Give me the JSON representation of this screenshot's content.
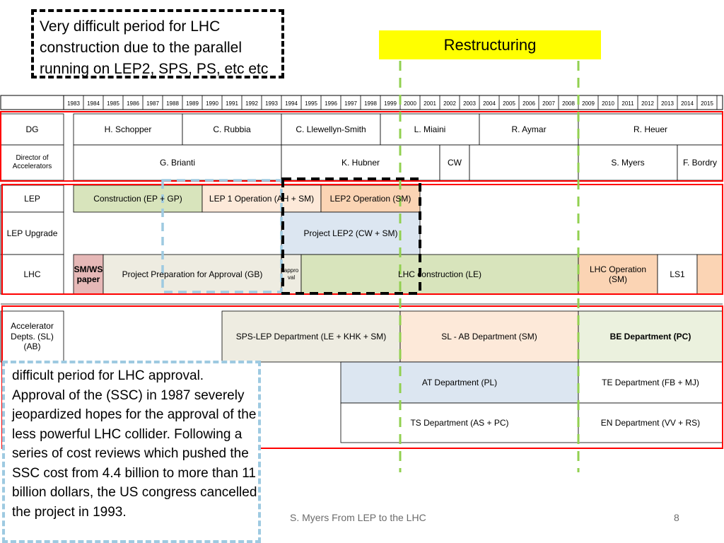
{
  "callout_top": "Very difficult period for LHC construction due to the parallel running on LEP2, SPS, PS, etc etc",
  "restructuring": "Restructuring",
  "callout_bottom": "difficult period for LHC approval. Approval of the (SSC) in 1987 severely jeopardized hopes for the approval of the less powerful LHC collider. Following a series of cost reviews which pushed the SSC cost from 4.4 billion to more than 11 billion dollars, the US congress cancelled the project in 1993.",
  "footer": "S. Myers From LEP to the LHC",
  "page_number": "8",
  "chart_data": {
    "type": "table",
    "years": [
      "1983",
      "1984",
      "1985",
      "1986",
      "1987",
      "1988",
      "1989",
      "1990",
      "1991",
      "1992",
      "1993",
      "1994",
      "1995",
      "1996",
      "1997",
      "1998",
      "1999",
      "2000",
      "2001",
      "2002",
      "2003",
      "2004",
      "2005",
      "2006",
      "2007",
      "2008",
      "2009",
      "2010",
      "2011",
      "2012",
      "2013",
      "2014",
      "2015"
    ],
    "rows": [
      {
        "label": "DG",
        "spans": [
          {
            "start": 1983,
            "end": 1988.5,
            "label": "H. Schopper",
            "color": "#ffffff"
          },
          {
            "start": 1988.5,
            "end": 1993.5,
            "label": "C. Rubbia",
            "color": "#ffffff"
          },
          {
            "start": 1993.5,
            "end": 1998.5,
            "label": "C. Llewellyn-Smith",
            "color": "#ffffff"
          },
          {
            "start": 1998.5,
            "end": 2003.5,
            "label": "L. Miaini",
            "color": "#ffffff"
          },
          {
            "start": 2003.5,
            "end": 2008.5,
            "label": "R. Aymar",
            "color": "#ffffff"
          },
          {
            "start": 2008.5,
            "end": 2016,
            "label": "R. Heuer",
            "color": "#ffffff"
          }
        ]
      },
      {
        "label": "Director of Accelerators",
        "spans": [
          {
            "start": 1983,
            "end": 1993.5,
            "label": "G. Brianti",
            "color": "#ffffff"
          },
          {
            "start": 1993.5,
            "end": 2001.5,
            "label": "K. Hubner",
            "color": "#ffffff"
          },
          {
            "start": 2001.5,
            "end": 2003,
            "label": "CW",
            "color": "#ffffff"
          },
          {
            "start": 2003,
            "end": 2008.5,
            "label": "",
            "color": "#ffffff"
          },
          {
            "start": 2008.5,
            "end": 2013.5,
            "label": "S. Myers",
            "color": "#ffffff"
          },
          {
            "start": 2013.5,
            "end": 2016,
            "label": "F. Bordry",
            "color": "#ffffff"
          }
        ]
      },
      {
        "label": "LEP",
        "spans": [
          {
            "start": 1983,
            "end": 1989.5,
            "label": "Construction (EP + GP)",
            "color": "#d8e4bc"
          },
          {
            "start": 1989.5,
            "end": 1995.5,
            "label": "LEP 1 Operation (AH + SM)",
            "color": "#fde9d9"
          },
          {
            "start": 1995.5,
            "end": 2000.5,
            "label": "LEP2 Operation (SM)",
            "color": "#fbd4b4"
          }
        ]
      },
      {
        "label": "LEP Upgrade",
        "spans": [
          {
            "start": 1993.5,
            "end": 2000.5,
            "label": "Project  LEP2 (CW + SM)",
            "color": "#dce6f1"
          }
        ]
      },
      {
        "label": "LHC",
        "spans": [
          {
            "start": 1983,
            "end": 1984.5,
            "label": "SM/WS paper",
            "color": "#e6b8b7"
          },
          {
            "start": 1984.5,
            "end": 1993.5,
            "label": "Project Preparation for Approval (GB)",
            "color": "#eeece1"
          },
          {
            "start": 1993.5,
            "end": 1994.5,
            "label": "appro val",
            "color": "#eeece1"
          },
          {
            "start": 1994.5,
            "end": 2008.5,
            "label": "LHC construction (LE)",
            "color": "#d8e4bc"
          },
          {
            "start": 2008.5,
            "end": 2012.5,
            "label": "LHC Operation (SM)",
            "color": "#fbd4b4"
          },
          {
            "start": 2012.5,
            "end": 2014.5,
            "label": "LS1",
            "color": "#ffffff"
          },
          {
            "start": 2014.5,
            "end": 2016,
            "label": "",
            "color": "#fbd4b4"
          }
        ]
      },
      {
        "label": "Accelerator Depts. (SL) (AB)",
        "spans": [
          {
            "start": 1990.5,
            "end": 1999.5,
            "label": "SPS-LEP Department  (LE + KHK + SM)",
            "color": "#eeece1"
          },
          {
            "start": 1999.5,
            "end": 2008.5,
            "label": "SL - AB Department (SM)",
            "color": "#fde9d9"
          },
          {
            "start": 2008.5,
            "end": 2016,
            "label": "BE Department (PC)",
            "color": "#ebf1de",
            "bold": true
          }
        ]
      },
      {
        "label": "",
        "spans": [
          {
            "start": 1996.5,
            "end": 2008.5,
            "label": "AT Department (PL)",
            "color": "#dce6f1"
          },
          {
            "start": 2008.5,
            "end": 2016,
            "label": "TE Department (FB + MJ)",
            "color": "#ffffff"
          }
        ]
      },
      {
        "label": "",
        "spans": [
          {
            "start": 1996.5,
            "end": 2008.5,
            "label": "TS Department (AS + PC)",
            "color": "#ffffff"
          },
          {
            "start": 2008.5,
            "end": 2016,
            "label": "EN Department (VV +  RS)",
            "color": "#ffffff"
          }
        ]
      }
    ],
    "highlights": [
      {
        "name": "restructuring",
        "start": 1999.5,
        "end": 2008.5,
        "style": "green-dashed"
      },
      {
        "name": "approval-period",
        "start": 1987.5,
        "end": 1993.5,
        "style": "lightblue-dashed"
      },
      {
        "name": "construction-period",
        "start": 1993.5,
        "end": 2000.5,
        "style": "black-dashed"
      }
    ]
  }
}
